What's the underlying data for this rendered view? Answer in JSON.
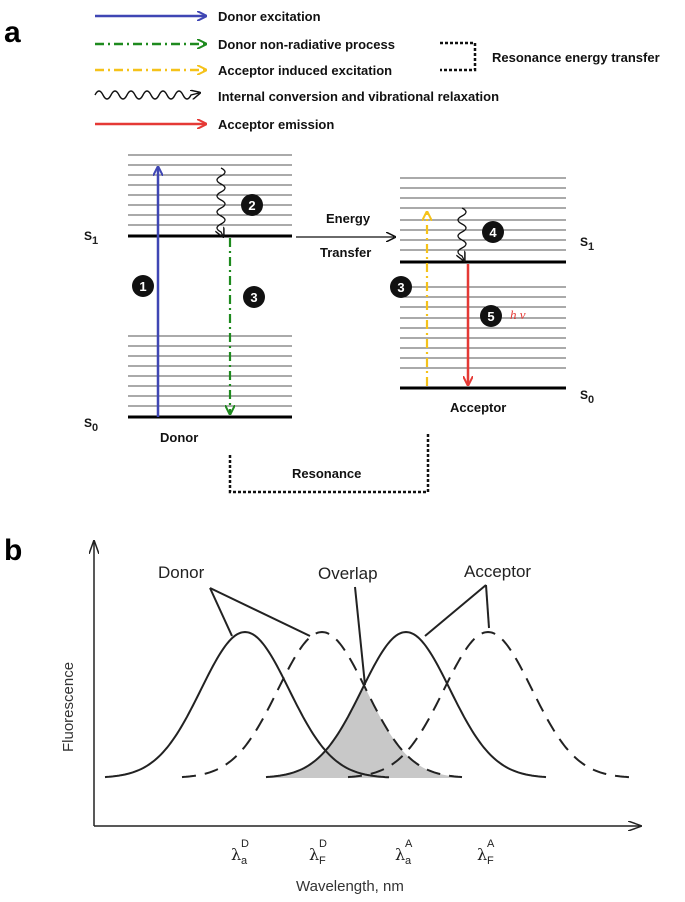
{
  "panel_a": {
    "label": "a",
    "legend": [
      {
        "text": "Donor excitation",
        "color": "#3f46b4",
        "style": "solid"
      },
      {
        "text": "Donor non-radiative  process",
        "color": "#1e8a1e",
        "style": "dash-dot"
      },
      {
        "text": "Acceptor induced excitation",
        "color": "#f5c21a",
        "style": "dash-dot"
      },
      {
        "text": "Internal conversion and vibrational relaxation",
        "color": "#111111",
        "style": "wavy"
      },
      {
        "text": "Acceptor emission",
        "color": "#e53935",
        "style": "solid"
      }
    ],
    "bracket_label": "Resonance energy transfer",
    "donor_label": "Donor",
    "acceptor_label": "Acceptor",
    "energy_label_1": "Energy",
    "energy_label_2": "Transfer",
    "resonance_label": "Resonance",
    "s1": "S",
    "s1_sub": "1",
    "s0": "S",
    "s0_sub": "0",
    "badges": [
      "1",
      "2",
      "3",
      "3",
      "4",
      "5"
    ],
    "hv": "h ν"
  },
  "panel_b": {
    "label": "b",
    "donor_label": "Donor",
    "overlap_label": "Overlap",
    "acceptor_label": "Acceptor",
    "y_axis_label": "Fluorescence",
    "x_axis_label": "Wavelength, nm",
    "ticks": [
      {
        "lambda": "λ",
        "sub": "a",
        "sup": "D"
      },
      {
        "lambda": "λ",
        "sub": "F",
        "sup": "D"
      },
      {
        "lambda": "λ",
        "sub": "a",
        "sup": "A"
      },
      {
        "lambda": "λ",
        "sub": "F",
        "sup": "A"
      }
    ],
    "overlap_fill": "#c8c8c8"
  }
}
